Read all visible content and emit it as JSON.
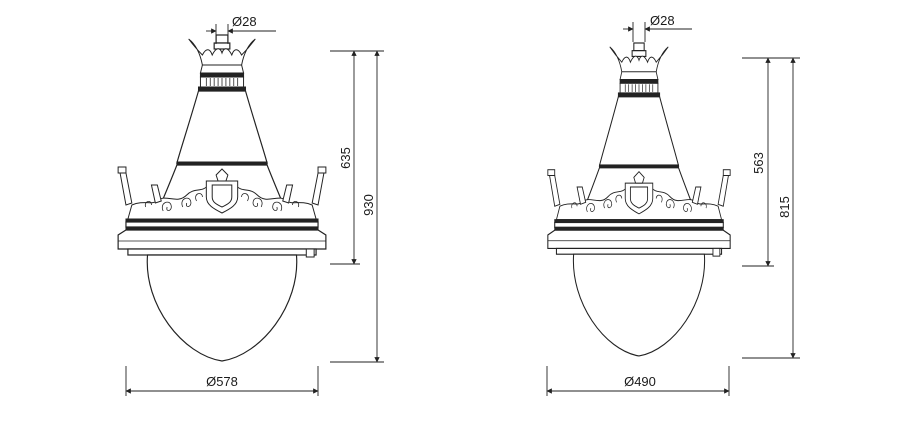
{
  "drawings": [
    {
      "name": "large-lantern",
      "top_diameter": "Ø28",
      "body_height": "635",
      "total_height": "930",
      "bottom_diameter": "Ø578"
    },
    {
      "name": "small-lantern",
      "top_diameter": "Ø28",
      "body_height": "563",
      "total_height": "815",
      "bottom_diameter": "Ø490"
    }
  ]
}
